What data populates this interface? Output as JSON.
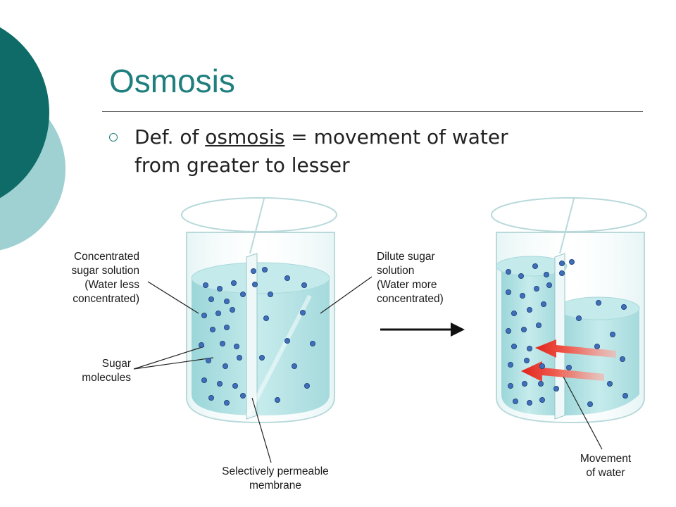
{
  "slide": {
    "title": "Osmosis",
    "bullet": {
      "prefix": "Def. of ",
      "term": "osmosis",
      "suffix": " = movement of water from greater to lesser"
    }
  },
  "diagram": {
    "labels": {
      "concentrated": [
        "Concentrated",
        "sugar solution",
        "(Water less",
        "concentrated)"
      ],
      "dilute": [
        "Dilute sugar",
        "solution",
        "(Water more",
        "concentrated)"
      ],
      "sugar": [
        "Sugar",
        "molecules"
      ],
      "membrane": [
        "Selectively permeable",
        "membrane"
      ],
      "movement": [
        "Movement",
        "of water"
      ]
    }
  },
  "colors": {
    "teal_dark": "#0e6b68",
    "teal_light": "#9fd0d2",
    "title": "#1f7f7e",
    "water": "#a9dde0",
    "molecule": "#3f6fb8",
    "arrow_red": "#e53b32"
  }
}
